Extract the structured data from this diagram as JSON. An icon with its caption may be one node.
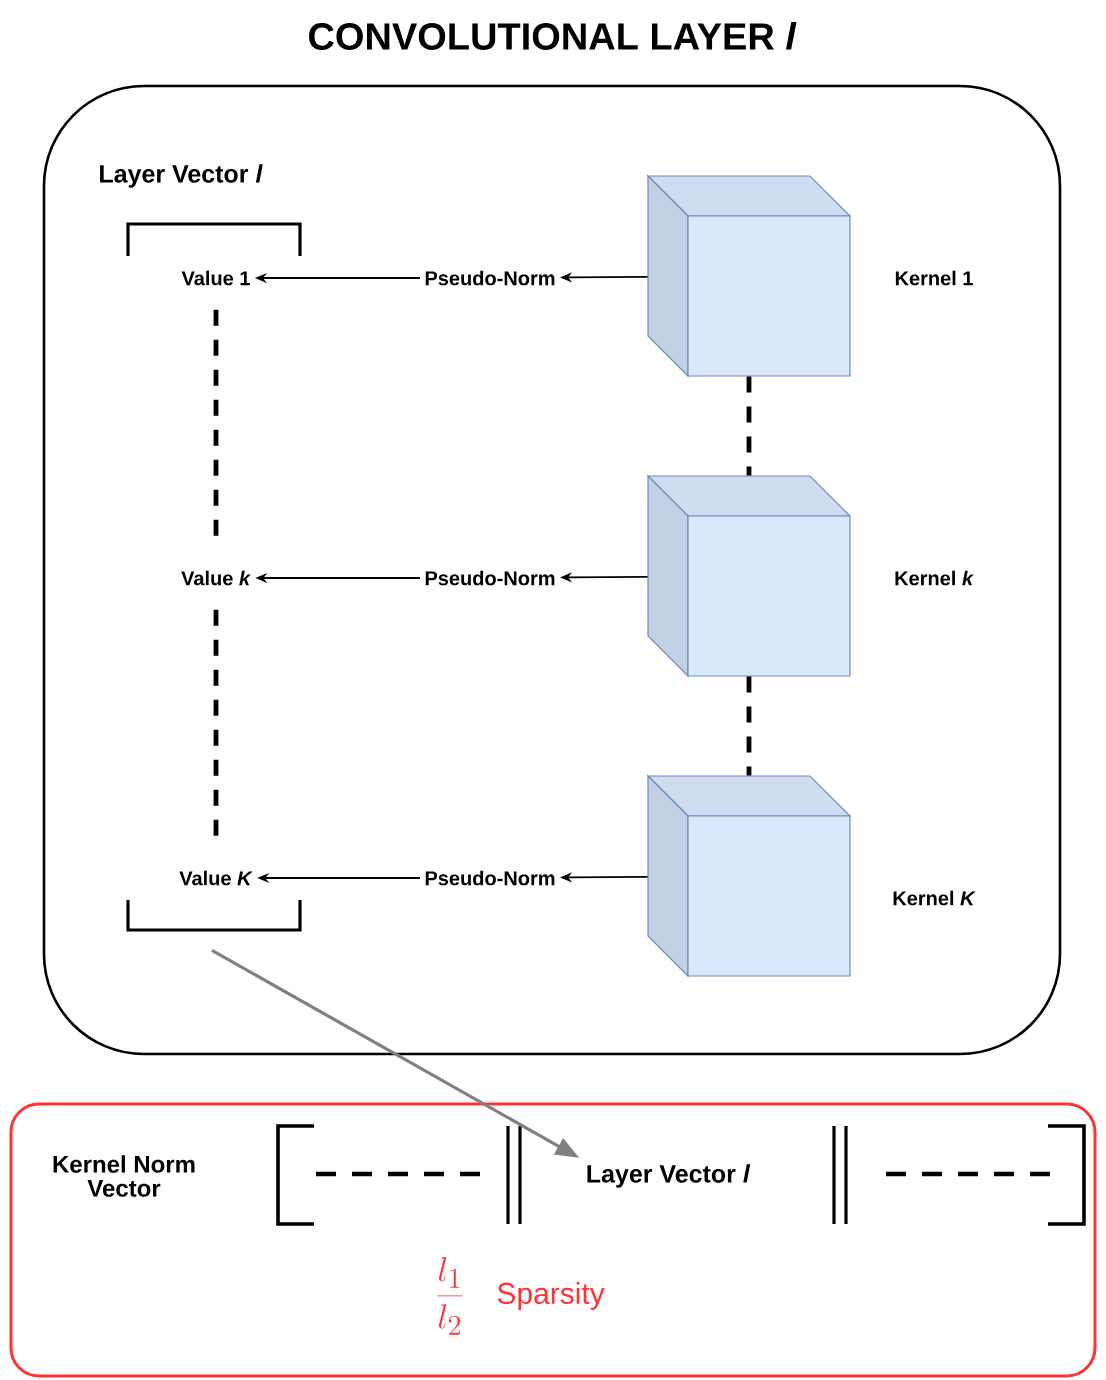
{
  "diagram": {
    "nodes": [
      {
        "text": [
          "CONVOLUTIONAL LAYER *l*"
        ]
      },
      {
        "text": [
          "Layer Vector *l*"
        ],
        "in": 0
      },
      {
        "text": [
          "Value 1"
        ],
        "in": 1
      },
      {
        "text": [
          "Value *k*"
        ],
        "in": 1
      },
      {
        "text": [
          "Value *K*"
        ],
        "in": 1
      },
      {
        "text": [
          "Pseudo-Norm"
        ],
        "in": 0
      },
      {
        "text": [
          "Pseudo-Norm"
        ],
        "in": 0
      },
      {
        "text": [
          "Pseudo-Norm"
        ],
        "in": 0
      },
      {
        "text": [],
        "shape": "cube",
        "beside": [
          "Kernel 1"
        ],
        "in": 0
      },
      {
        "text": [],
        "shape": "cube",
        "beside": [
          "Kernel *k*"
        ],
        "in": 0
      },
      {
        "text": [],
        "shape": "cube",
        "beside": [
          "Kernel *K*"
        ],
        "in": 0
      },
      {
        "text": [
          "Kernel Norm Vector",
          "\\frac{l_1}{l_2}",
          "Sparsity"
        ]
      },
      {
        "text": [
          "Layer Vector *l*"
        ],
        "in": 11
      }
    ],
    "edges": [
      {
        "from": 5,
        "to": 2,
        "arrow": "to"
      },
      {
        "from": 6,
        "to": 3,
        "arrow": "to"
      },
      {
        "from": 7,
        "to": 4,
        "arrow": "to"
      },
      {
        "from": 8,
        "to": 5,
        "arrow": "to"
      },
      {
        "from": 9,
        "to": 6,
        "arrow": "to"
      },
      {
        "from": 10,
        "to": 7,
        "arrow": "to"
      },
      {
        "from": 2,
        "to": 3,
        "arrow": "none",
        "style": "dashed"
      },
      {
        "from": 3,
        "to": 4,
        "arrow": "none",
        "style": "dashed"
      },
      {
        "from": 8,
        "to": 9,
        "arrow": "none",
        "style": "dashed"
      },
      {
        "from": 9,
        "to": 10,
        "arrow": "none",
        "style": "dashed"
      },
      {
        "from": 1,
        "to": 12,
        "arrow": "to",
        "color": "#808080"
      }
    ]
  }
}
